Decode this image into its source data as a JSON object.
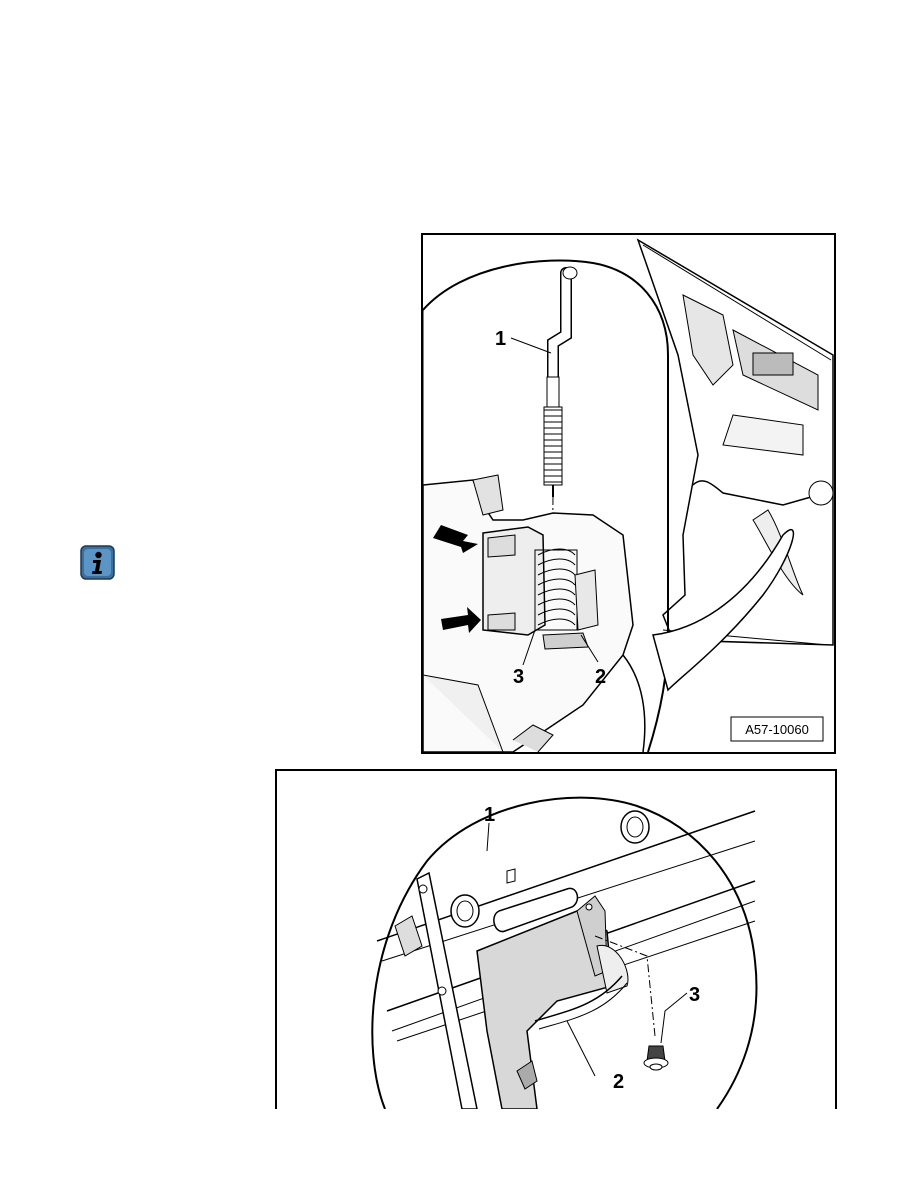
{
  "info": {
    "icon": "info-icon"
  },
  "figure1": {
    "callouts": [
      "1",
      "2",
      "3"
    ],
    "label": "A57-10060"
  },
  "figure2": {
    "callouts": [
      "1",
      "2",
      "3"
    ]
  }
}
